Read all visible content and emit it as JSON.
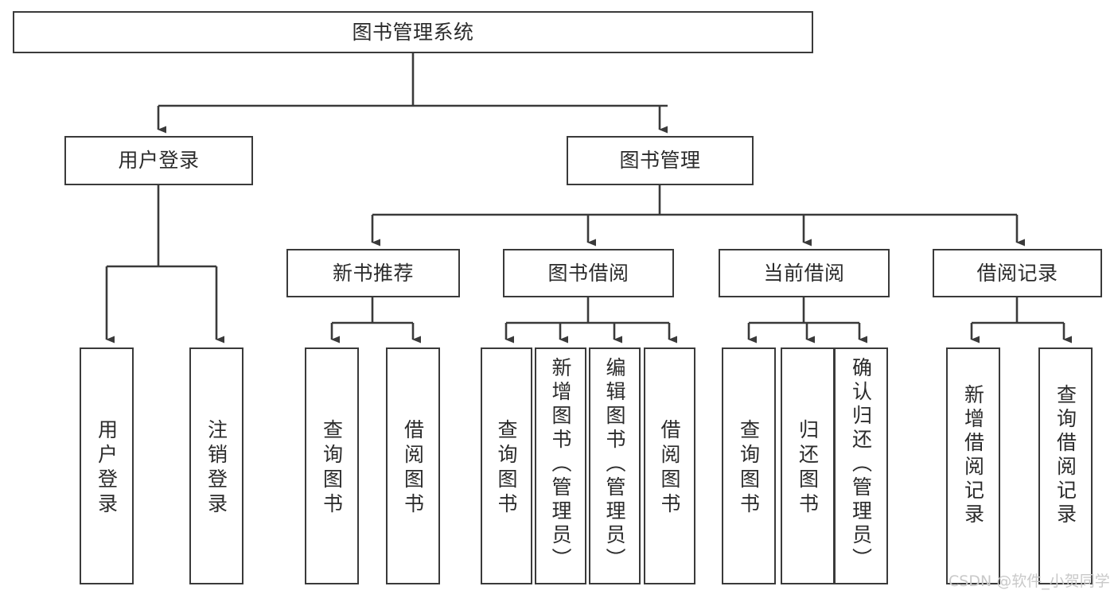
{
  "diagram": {
    "title": "图书管理系统",
    "type": "tree-hierarchy-chart",
    "background_color": "#ffffff",
    "line_color": "#3a3a3a",
    "text_color": "#2b2b2b",
    "nodes": {
      "root": {
        "label": "图书管理系统"
      },
      "level1": [
        {
          "label": "用户登录"
        },
        {
          "label": "图书管理"
        }
      ],
      "level2": [
        {
          "label": "新书推荐"
        },
        {
          "label": "图书借阅"
        },
        {
          "label": "当前借阅"
        },
        {
          "label": "借阅记录"
        }
      ],
      "login_children": [
        {
          "label": "用户登录"
        },
        {
          "label": "注销登录"
        }
      ],
      "newbook_children": [
        {
          "label": "查询图书"
        },
        {
          "label": "借阅图书"
        }
      ],
      "borrow_children": [
        {
          "label": "查询图书"
        },
        {
          "label": "新增图书（管理员）"
        },
        {
          "label": "编辑图书（管理员）"
        },
        {
          "label": "借阅图书"
        }
      ],
      "current_children": [
        {
          "label": "查询图书"
        },
        {
          "label": "归还图书"
        },
        {
          "label": "确认归还（管理员）"
        }
      ],
      "record_children": [
        {
          "label": "新增借阅记录"
        },
        {
          "label": "查询借阅记录"
        }
      ]
    },
    "watermark": "CSDN @软件_小贺同学"
  }
}
